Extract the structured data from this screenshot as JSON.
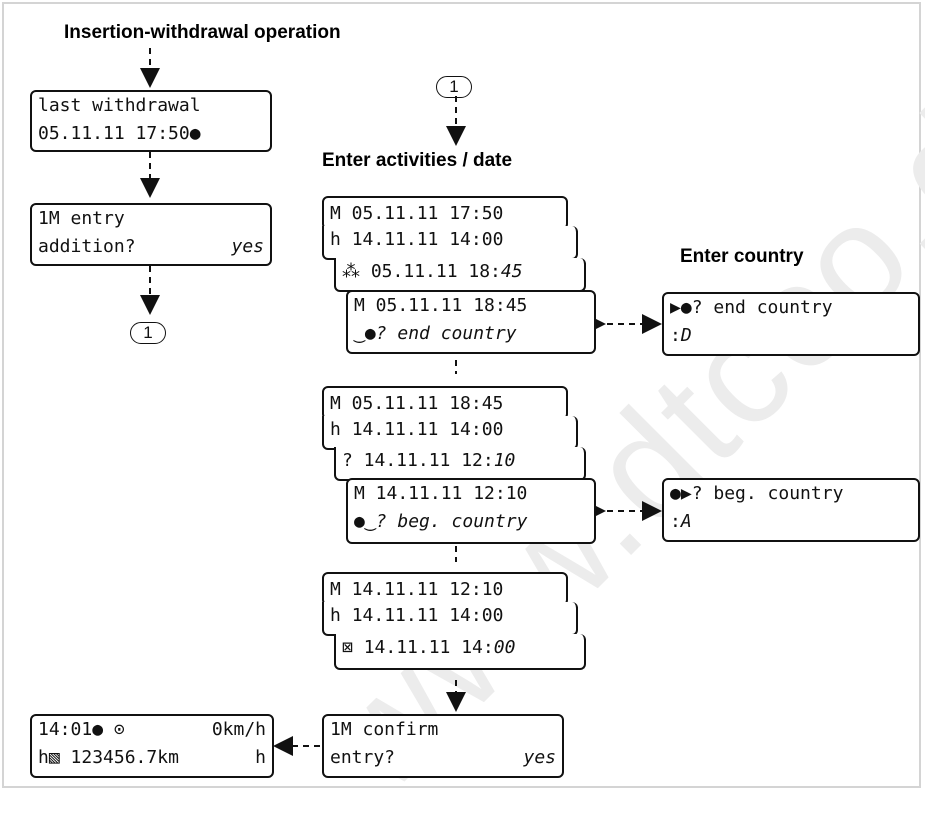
{
  "headings": {
    "insertion": "Insertion-withdrawal operation",
    "activities": "Enter activities / date",
    "country": "Enter country"
  },
  "connector_label": "1",
  "screens": {
    "last_withdrawal": {
      "line1": "last withdrawal",
      "line2": "05.11.11 17:50"
    },
    "entry_addition": {
      "line1": "1M entry",
      "line2": "addition?",
      "value": "yes"
    },
    "stack1": {
      "a": "M 05.11.11 17:50",
      "b": "14.11.11 14:00",
      "c_prefix": "05.11.11 18:",
      "c_italic": "45",
      "d1": "M 05.11.11 18:45",
      "d2": "? end country"
    },
    "end_country": {
      "line1": "? end country",
      "line2_prefix": ":",
      "line2_value": "D"
    },
    "stack2": {
      "a": "M 05.11.11 18:45",
      "b": "14.11.11 14:00",
      "c_prefix": "? 14.11.11 12:",
      "c_italic": "10",
      "d1": "M 14.11.11 12:10",
      "d2": "? beg. country"
    },
    "beg_country": {
      "line1": "? beg. country",
      "line2_prefix": ":",
      "line2_value": "A"
    },
    "stack3": {
      "a": "M 14.11.11 12:10",
      "b": "14.11.11 14:00",
      "c_prefix": "14.11.11 14:",
      "c_italic": "00"
    },
    "confirm": {
      "line1": "1M confirm",
      "line2": "entry?",
      "value": "yes"
    },
    "standard": {
      "line1a": "14:01",
      "line1b": "0km/h",
      "line2": "123456.7km"
    }
  },
  "watermark": "www.dtcco.do"
}
